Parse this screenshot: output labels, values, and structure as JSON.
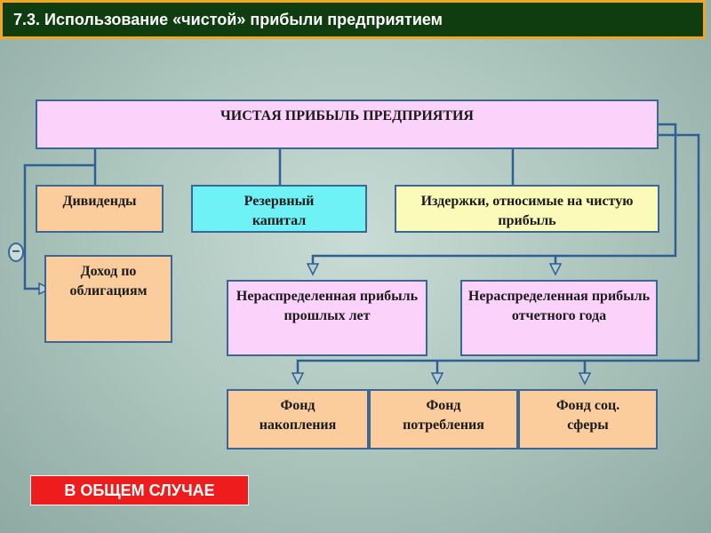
{
  "title": "7.3. Использование «чистой» прибыли предприятием",
  "main_box": "ЧИСТАЯ ПРИБЫЛЬ ПРЕДПРИЯТИЯ",
  "row1": {
    "dividends": "Дивиденды",
    "reserve": "Резервный капитал",
    "costs": "Издержки, относимые на чистую прибыль"
  },
  "bond_income": "Доход по облигациям",
  "row2": {
    "retained_past": "Нераспределенная прибыль прошлых лет",
    "retained_current": "Нераспределенная прибыль отчетного года"
  },
  "funds": {
    "accumulation": "Фонд накопления",
    "consumption": "Фонд потребления",
    "social": "Фонд соц. сферы"
  },
  "minus_symbol": "–",
  "badge": "В ОБЩЕМ СЛУЧАЕ",
  "colors": {
    "title_bg": "#0f3d0f",
    "title_border": "#f2a51f",
    "box_border": "#3c6696",
    "badge_bg": "#ee1c1c"
  }
}
